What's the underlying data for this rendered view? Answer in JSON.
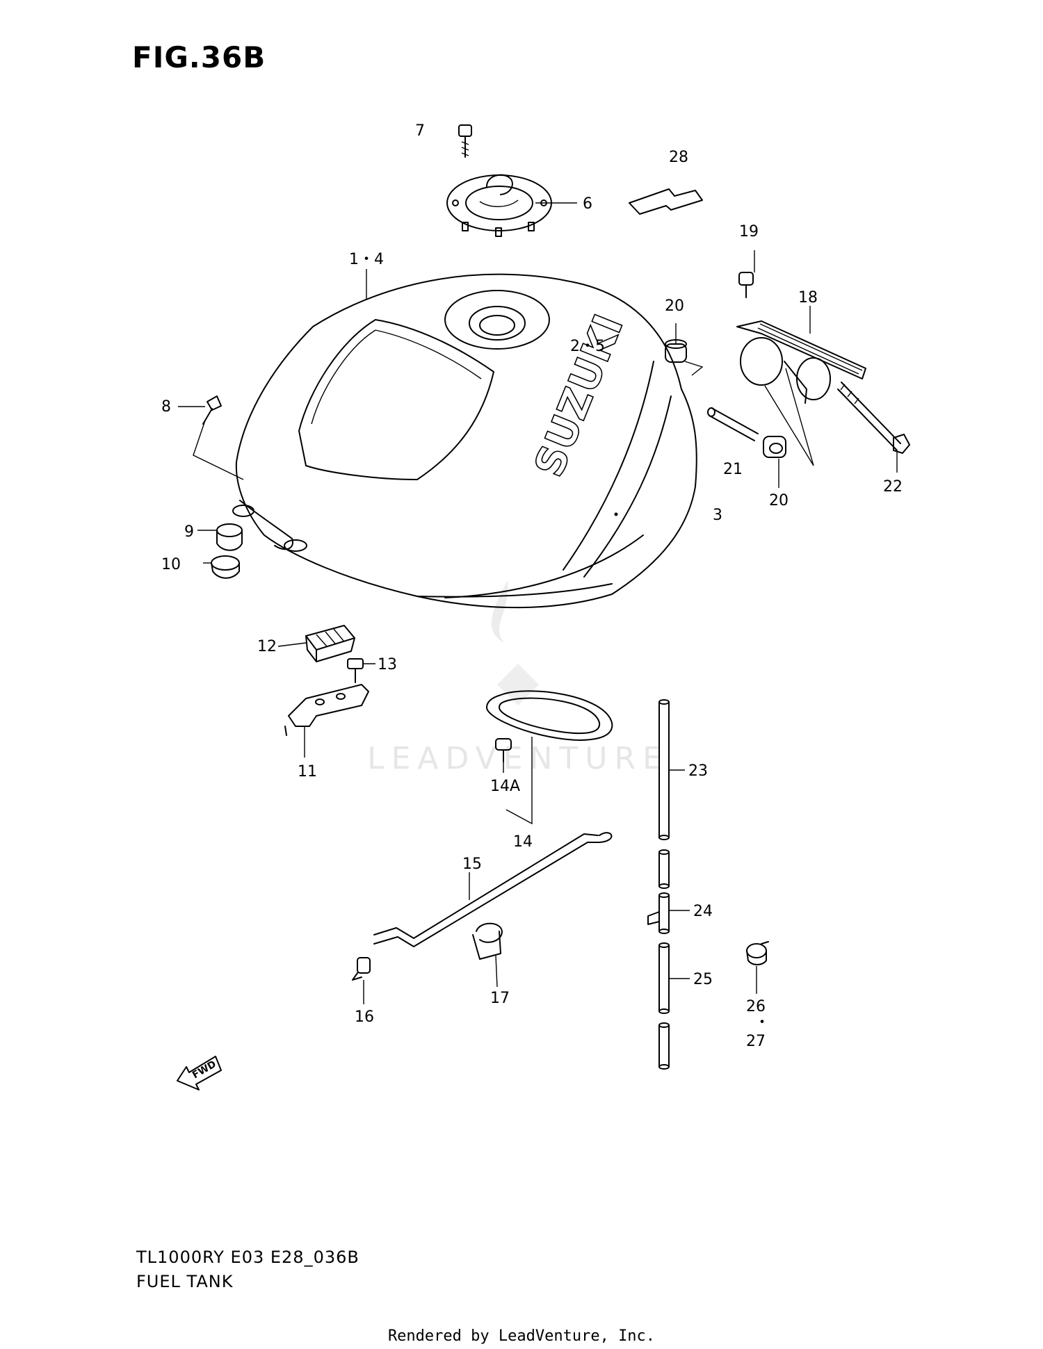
{
  "figure": {
    "title": "FIG.36B",
    "model_code": "TL1000RY E03 E28_036B",
    "section_name": "FUEL TANK",
    "footer": "Rendered by LeadVenture, Inc."
  },
  "watermark": {
    "text": "LEADVENTURE"
  },
  "tank_brand": "SUZUKI",
  "fwd_label": "FWD",
  "callouts": {
    "c7": "7",
    "c28": "28",
    "c6": "6",
    "c19": "19",
    "c1_4": "1・4",
    "c18": "18",
    "c20a": "20",
    "c2_5": "2・5",
    "c8": "8",
    "c21": "21",
    "c20b": "20",
    "c22": "22",
    "c3": "3",
    "c9": "9",
    "c10": "10",
    "c12": "12",
    "c13": "13",
    "c11": "11",
    "c23": "23",
    "c14a": "14A",
    "c14": "14",
    "c15": "15",
    "c24": "24",
    "c25": "25",
    "c17": "17",
    "c26": "26",
    "c27": "27",
    "c16": "16"
  }
}
